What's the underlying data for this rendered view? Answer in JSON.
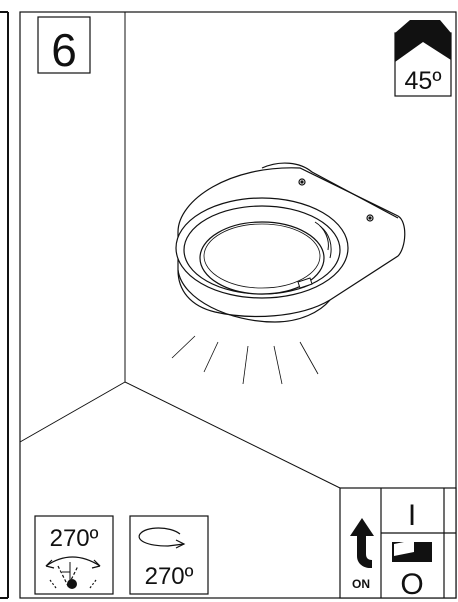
{
  "step": {
    "number": "6"
  },
  "angle_badge": {
    "label": "45º"
  },
  "rotation_tilt": {
    "label": "270º"
  },
  "rotation_turn": {
    "label": "270º"
  },
  "switch_panel": {
    "on_label": "ON",
    "on_symbol": "I",
    "off_symbol": "O"
  },
  "colors": {
    "ink": "#111111",
    "paper": "#ffffff",
    "fill": "#1a1a1a"
  },
  "icons": [
    "bracket-line",
    "light-cone-icon",
    "tilt-arc-icon",
    "rotate-arrow-icon",
    "up-arrow-icon",
    "rocker-switch-icon"
  ]
}
